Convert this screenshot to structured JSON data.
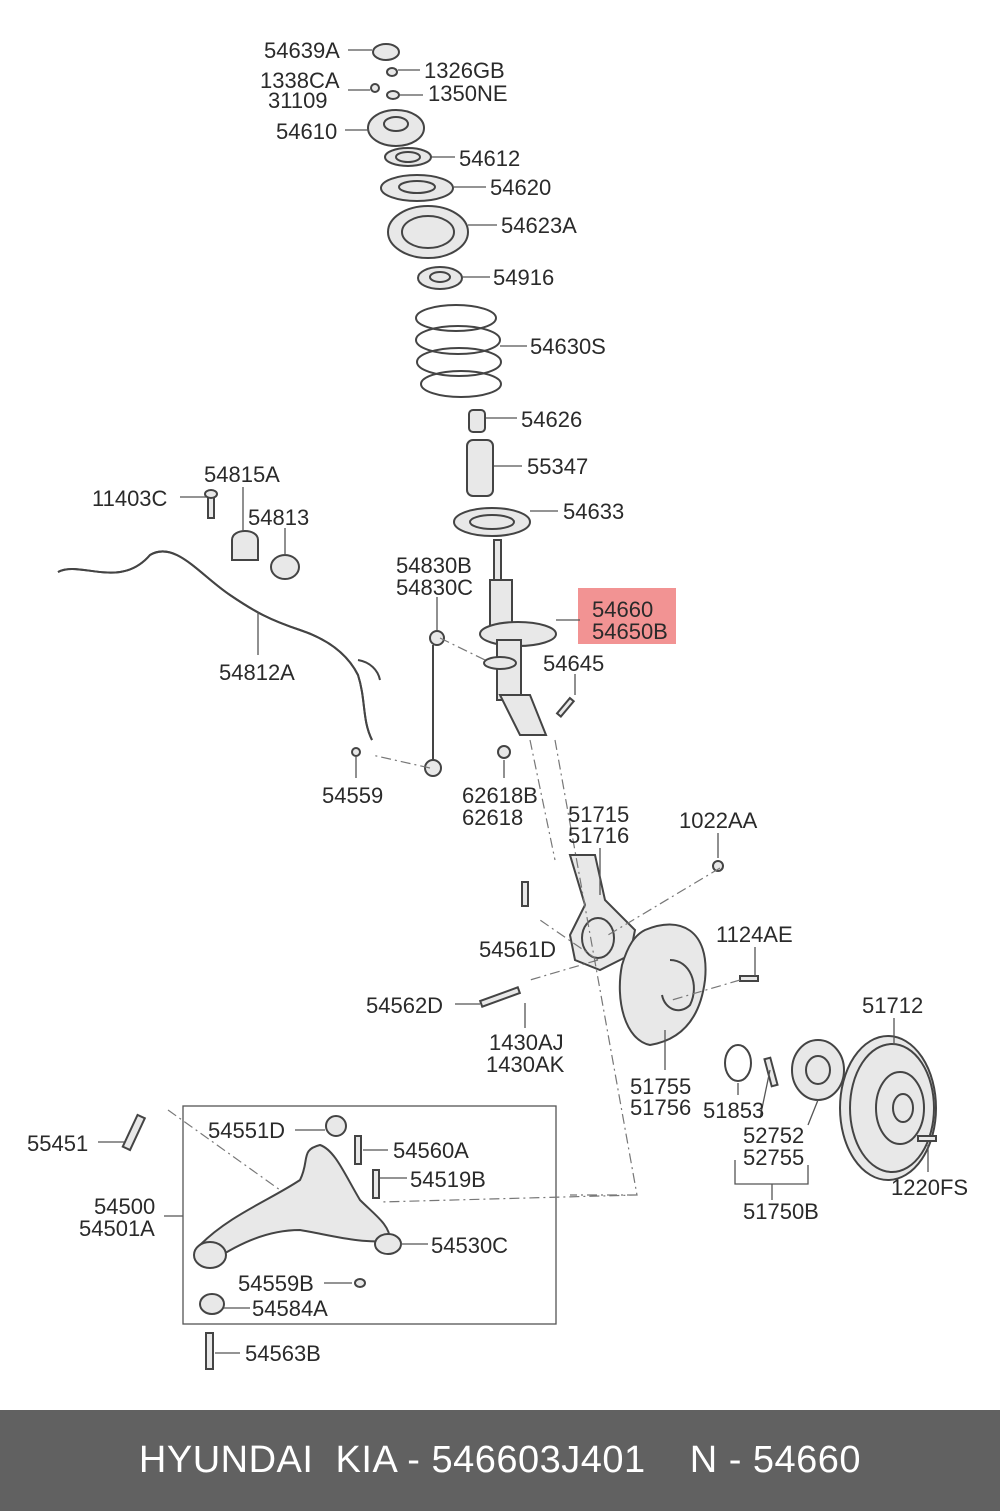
{
  "diagram": {
    "labels": {
      "54639A": "54639A",
      "1326GB": "1326GB",
      "1338CA": "1338CA",
      "31109": "31109",
      "1350NE": "1350NE",
      "54610": "54610",
      "54612": "54612",
      "54620": "54620",
      "54623A": "54623A",
      "54916": "54916",
      "54630S": "54630S",
      "54626": "54626",
      "55347": "55347",
      "54633": "54633",
      "54815A": "54815A",
      "11403C": "11403C",
      "54813": "54813",
      "54830B": "54830B",
      "54830C": "54830C",
      "54660": "54660",
      "54650B": "54650B",
      "54812A": "54812A",
      "54645": "54645",
      "54559": "54559",
      "62618B": "62618B",
      "62618": "62618",
      "51715": "51715",
      "51716": "51716",
      "1022AA": "1022AA",
      "54561D": "54561D",
      "1124AE": "1124AE",
      "54562D": "54562D",
      "1430AJ": "1430AJ",
      "1430AK": "1430AK",
      "51712": "51712",
      "51755": "51755",
      "51756": "51756",
      "51853": "51853",
      "52752": "52752",
      "52755": "52755",
      "1220FS": "1220FS",
      "51750B": "51750B",
      "55451": "55451",
      "54551D": "54551D",
      "54560A": "54560A",
      "54519B": "54519B",
      "54500": "54500",
      "54501A": "54501A",
      "54530C": "54530C",
      "54559B": "54559B",
      "54584A": "54584A",
      "54563B": "54563B"
    },
    "highlight_color": "#f08080"
  },
  "footer": {
    "brand": "HYUNDAI  KIA - 546603J401",
    "ref": "N - 54660",
    "background": "#616161",
    "text_color": "#ffffff"
  }
}
